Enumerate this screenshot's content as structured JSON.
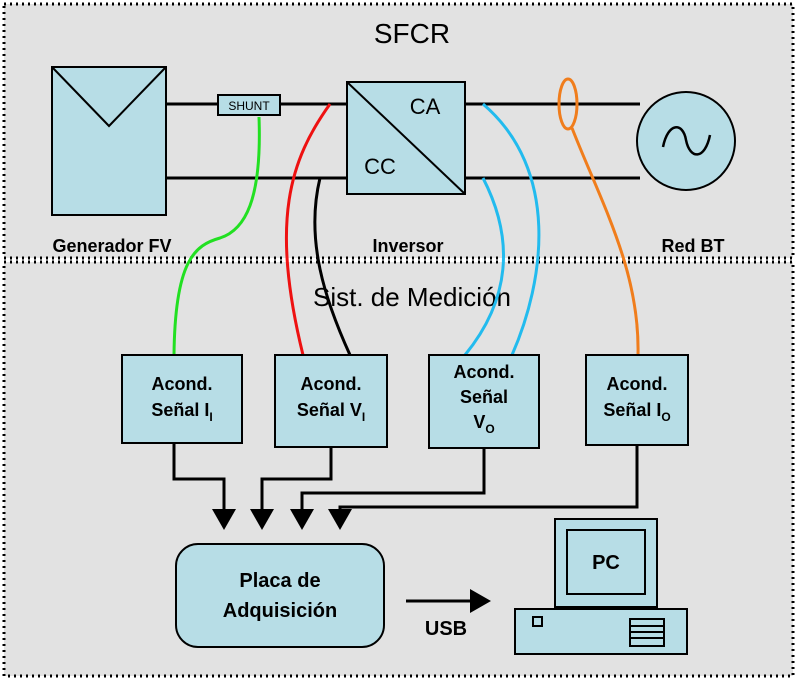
{
  "sections": {
    "top_title": "SFCR",
    "bottom_title": "Sist. de Medición"
  },
  "components": {
    "generator_label": "Generador FV",
    "inverter_label": "Inversor",
    "grid_label": "Red BT",
    "shunt_label": "SHUNT",
    "inverter_ac": "CA",
    "inverter_dc": "CC"
  },
  "conditioners": [
    {
      "line1": "Acond.",
      "line2": "Señal I",
      "sub": "I"
    },
    {
      "line1": "Acond.",
      "line2": "Señal V",
      "sub": "I"
    },
    {
      "line1": "Acond.",
      "line2": "Señal",
      "line3": "V",
      "sub": "O"
    },
    {
      "line1": "Acond.",
      "line2": "Señal I",
      "sub": "O"
    }
  ],
  "acquisition": {
    "line1": "Placa de",
    "line2": "Adquisición"
  },
  "link_label": "USB",
  "pc_label": "PC",
  "colors": {
    "box_fill": "#b7dde6",
    "panel_bg": "#e2e2e2",
    "green_wire": "#22e022",
    "red_wire": "#ee1111",
    "black_wire": "#000000",
    "blue_wire": "#22bbee",
    "orange_wire": "#f07d1c"
  }
}
